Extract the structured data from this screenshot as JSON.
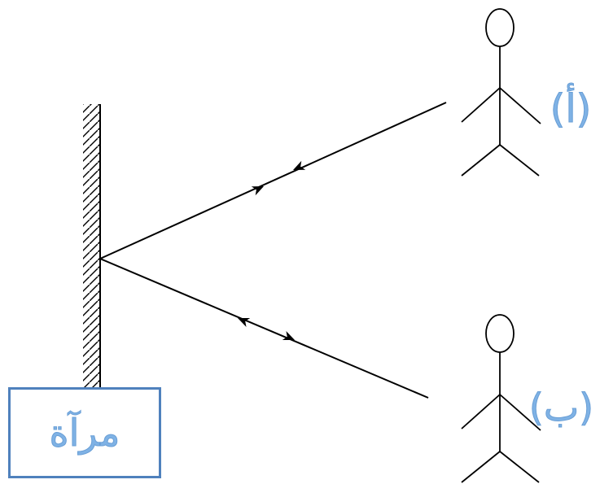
{
  "mirror": {
    "label": "مرآة"
  },
  "persons": [
    {
      "label": "(أ)"
    },
    {
      "label": "(ب)"
    }
  ],
  "colors": {
    "line": "#000000",
    "label_text": "#7fb2e5",
    "box_border": "#4f81bd"
  }
}
